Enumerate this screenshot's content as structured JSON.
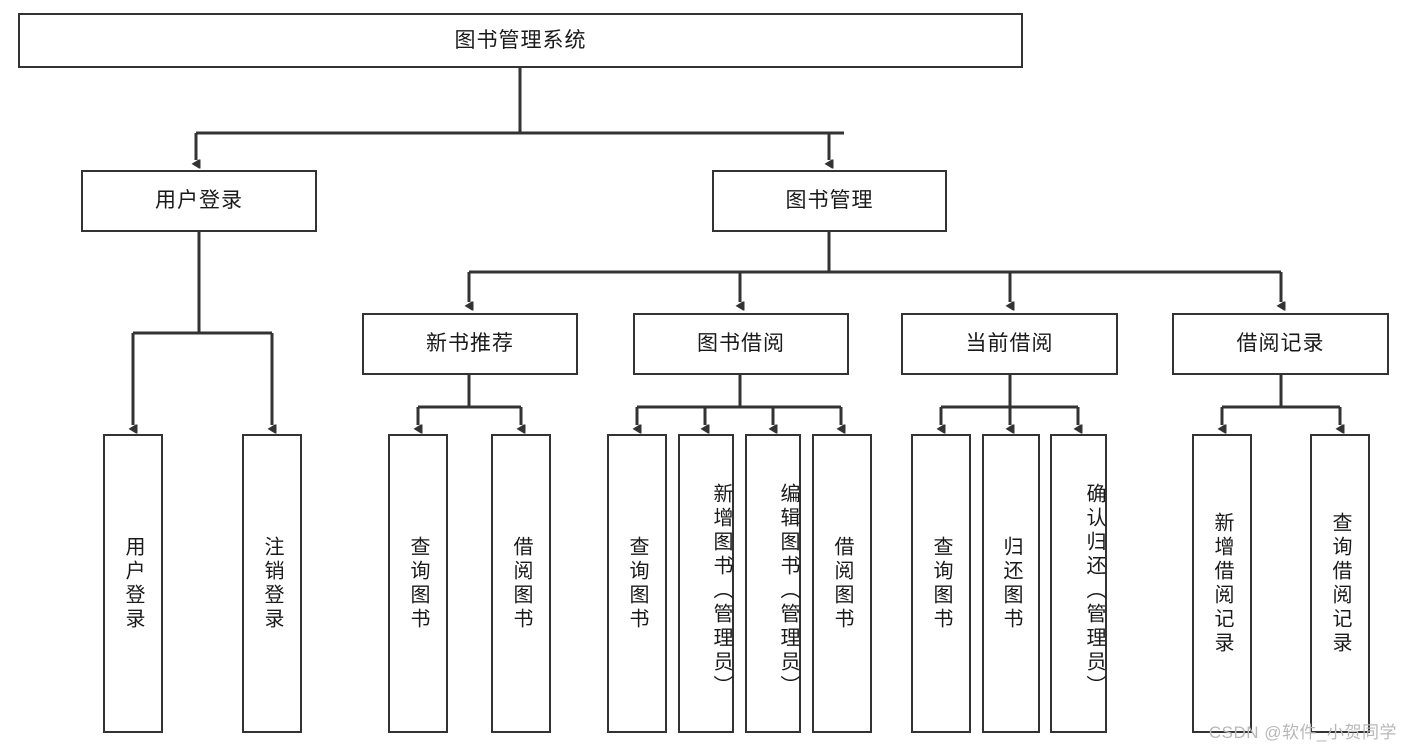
{
  "diagram": {
    "type": "tree-hierarchy",
    "title": "图书管理系统",
    "orientation": "top-down",
    "arrow_style": "filled-triangle",
    "box_border_color": "#333333",
    "box_fill_color": "#ffffff",
    "text_color": "#1a1a1a"
  },
  "nodes": {
    "root": {
      "label": "图书管理系统",
      "level": 1
    },
    "l2": [
      {
        "id": "user-login",
        "label": "用户登录",
        "level": 2
      },
      {
        "id": "book-manage",
        "label": "图书管理",
        "level": 2
      }
    ],
    "l3": [
      {
        "id": "new-book-recommend",
        "label": "新书推荐",
        "level": 3,
        "parent": "book-manage"
      },
      {
        "id": "book-borrow",
        "label": "图书借阅",
        "level": 3,
        "parent": "book-manage"
      },
      {
        "id": "current-borrow",
        "label": "当前借阅",
        "level": 3,
        "parent": "book-manage"
      },
      {
        "id": "borrow-record",
        "label": "借阅记录",
        "level": 3,
        "parent": "book-manage"
      }
    ],
    "leaves": [
      {
        "id": "leaf-user-login",
        "label": "用户登录",
        "parent": "user-login"
      },
      {
        "id": "leaf-logout-login",
        "label": "注销登录",
        "parent": "user-login"
      },
      {
        "id": "leaf-query-book-1",
        "label": "查询图书",
        "parent": "new-book-recommend"
      },
      {
        "id": "leaf-borrow-book-1",
        "label": "借阅图书",
        "parent": "new-book-recommend"
      },
      {
        "id": "leaf-query-book-2",
        "label": "查询图书",
        "parent": "book-borrow"
      },
      {
        "id": "leaf-add-book-admin",
        "label": "新增图书（管理员）",
        "parent": "book-borrow"
      },
      {
        "id": "leaf-edit-book-admin",
        "label": "编辑图书（管理员）",
        "parent": "book-borrow"
      },
      {
        "id": "leaf-borrow-book-2",
        "label": "借阅图书",
        "parent": "book-borrow"
      },
      {
        "id": "leaf-query-book-3",
        "label": "查询图书",
        "parent": "current-borrow"
      },
      {
        "id": "leaf-return-book",
        "label": "归还图书",
        "parent": "current-borrow"
      },
      {
        "id": "leaf-confirm-return-admin",
        "label": "确认归还（管理员）",
        "parent": "current-borrow"
      },
      {
        "id": "leaf-add-borrow-record",
        "label": "新增借阅记录",
        "parent": "borrow-record"
      },
      {
        "id": "leaf-query-borrow-record",
        "label": "查询借阅记录",
        "parent": "borrow-record"
      }
    ]
  },
  "watermark": {
    "text": "CSDN @软件_小贺同学",
    "color": "#b8b8b8"
  }
}
